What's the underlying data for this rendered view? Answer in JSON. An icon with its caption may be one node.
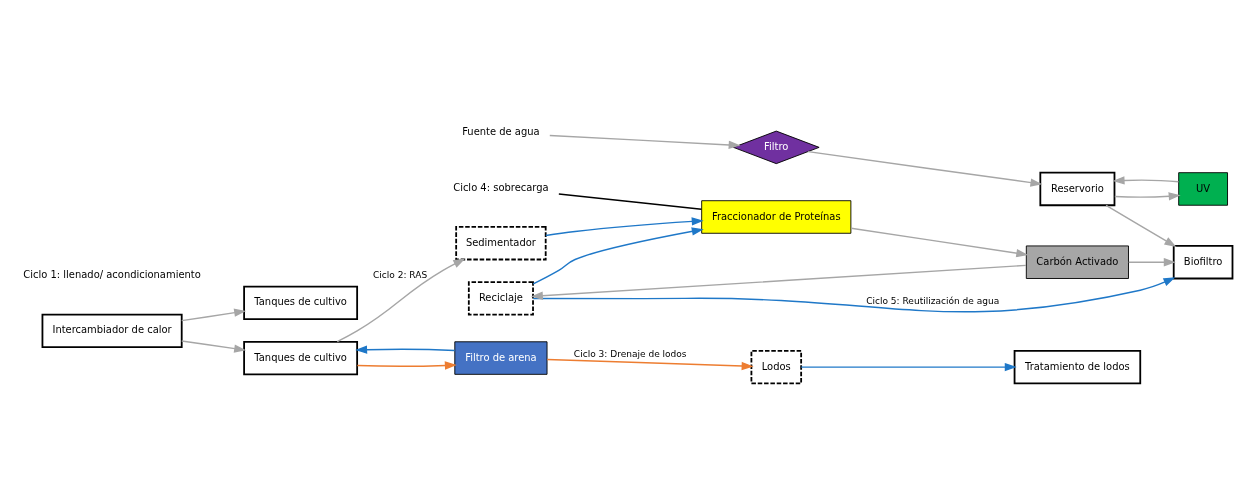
{
  "diagram": {
    "nodes": [
      {
        "text": [
          "Fuente de agua"
        ]
      },
      {
        "text": [
          "Filtro"
        ]
      },
      {
        "text": [
          "UV"
        ]
      },
      {
        "text": [
          "Reservorio"
        ]
      },
      {
        "text": [
          "Biofiltro"
        ]
      },
      {
        "text": [
          "Intercambiador de calor"
        ]
      },
      {
        "text": [
          "Tanques de cultivo"
        ]
      },
      {
        "text": [
          "Tanques de cultivo"
        ]
      },
      {
        "text": [
          "Filtro de arena"
        ]
      },
      {
        "text": [
          "Sedimentador"
        ]
      },
      {
        "text": [
          "Reciclaje"
        ]
      },
      {
        "text": [
          "Lodos"
        ]
      },
      {
        "text": [
          "Carbón Activado"
        ]
      },
      {
        "text": [
          "Fraccionador de Proteínas"
        ]
      },
      {
        "text": [
          "Tratamiento de lodos"
        ]
      },
      {
        "text": [
          "Ciclo 4: sobrecarga"
        ]
      }
    ],
    "edges": [
      {
        "from": 0,
        "to": 1,
        "arrow": "to"
      },
      {
        "from": 1,
        "to": 3,
        "arrow": "to"
      },
      {
        "from": 3,
        "to": 2,
        "arrow": "to"
      },
      {
        "from": 2,
        "to": 3,
        "arrow": "to"
      },
      {
        "from": 3,
        "to": 4,
        "arrow": "to"
      },
      {
        "from": 5,
        "to": 6,
        "arrow": "to"
      },
      {
        "from": 5,
        "to": 7,
        "arrow": "to"
      },
      {
        "from": 7,
        "to": 9,
        "arrow": "to",
        "label": "Ciclo 2: RAS"
      },
      {
        "from": 7,
        "to": 8,
        "arrow": "to",
        "color": "#ed7d31"
      },
      {
        "from": 8,
        "to": 7,
        "arrow": "to",
        "color": "#1f78c8"
      },
      {
        "from": 8,
        "to": 11,
        "arrow": "to",
        "color": "#ed7d31",
        "label": "Ciclo 3: Drenaje de lodos"
      },
      {
        "from": 9,
        "to": 13,
        "arrow": "to",
        "color": "#1f78c8"
      },
      {
        "from": 13,
        "to": 12,
        "arrow": "to"
      },
      {
        "from": 12,
        "to": 10,
        "arrow": "to"
      },
      {
        "from": 12,
        "to": 4,
        "arrow": "to"
      },
      {
        "from": 10,
        "to": 13,
        "arrow": "to",
        "color": "#1f78c8"
      },
      {
        "from": 10,
        "to": 4,
        "arrow": "to",
        "color": "#1f78c8",
        "label": "Ciclo 5: Reutilización de agua"
      },
      {
        "from": 11,
        "to": 14,
        "arrow": "to",
        "color": "#1f78c8"
      },
      {
        "from": 15,
        "to": 13,
        "arrow": "none",
        "color": "#000000"
      }
    ],
    "labels": [
      "Ciclo 1: llenado/ acondicionamiento"
    ]
  }
}
